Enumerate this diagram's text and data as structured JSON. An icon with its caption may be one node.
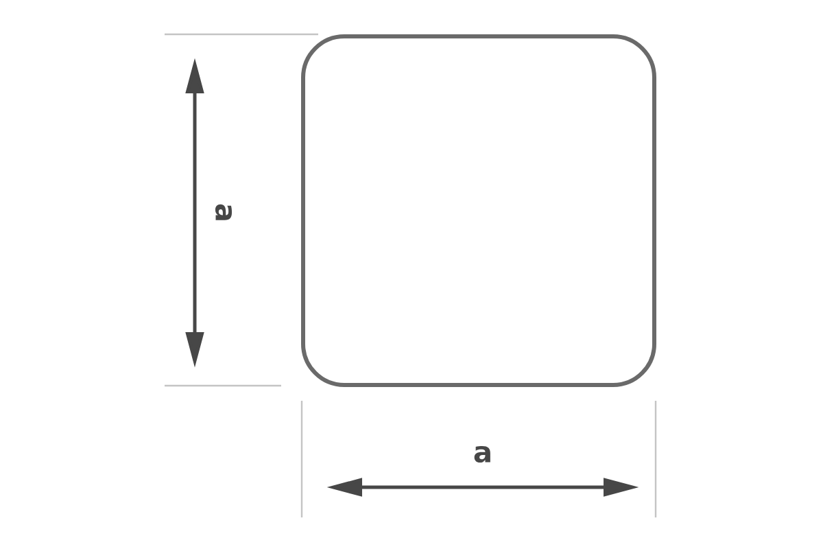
{
  "diagram": {
    "nodes": [
      {
        "text": [],
        "shape": "box"
      }
    ],
    "labels": [
      "a",
      "a"
    ]
  }
}
